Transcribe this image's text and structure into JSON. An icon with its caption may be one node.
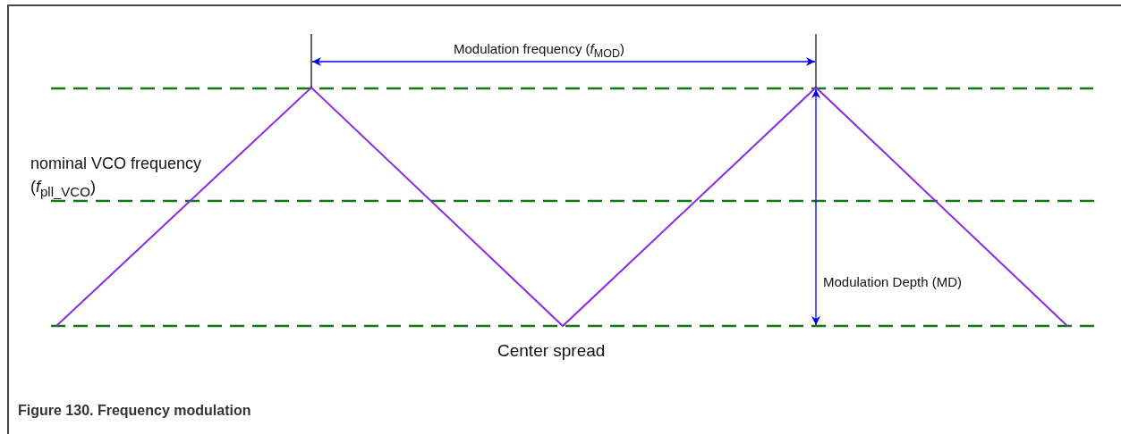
{
  "diagram": {
    "caption": "Figure 130. Frequency modulation",
    "labels": [
      "Modulation frequency (*f*$_{MOD}$)",
      "nominal VCO frequency (*f*$_{pll_VCO}$)",
      "Modulation Depth (MD)",
      "Center spread"
    ]
  }
}
